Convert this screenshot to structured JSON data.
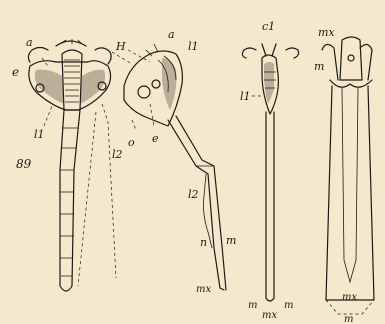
{
  "figure": {
    "background": "#f4e9cc",
    "ink": "#1c1a16",
    "labels": {
      "fig1_a": "a",
      "fig1_e": "e",
      "fig1_l1": "l1",
      "fig1_num": "89",
      "fig1_l2": "l2",
      "H": "H",
      "fig2_a": "a",
      "fig2_l1": "l1",
      "fig2_o": "o",
      "fig2_e": "e",
      "fig2_l2": "l2",
      "fig2_n": "n",
      "fig2_m": "m",
      "fig2_mx": "mx",
      "fig3_c": "c1",
      "fig3_l1": "l1",
      "fig3_m_left": "m",
      "fig3_mx": "mx",
      "fig3_m_right": "m",
      "fig4_mx_top": "mx",
      "fig4_m": "m",
      "fig4_mx_bottom": "mx",
      "fig4_m_bottom": "m"
    }
  }
}
